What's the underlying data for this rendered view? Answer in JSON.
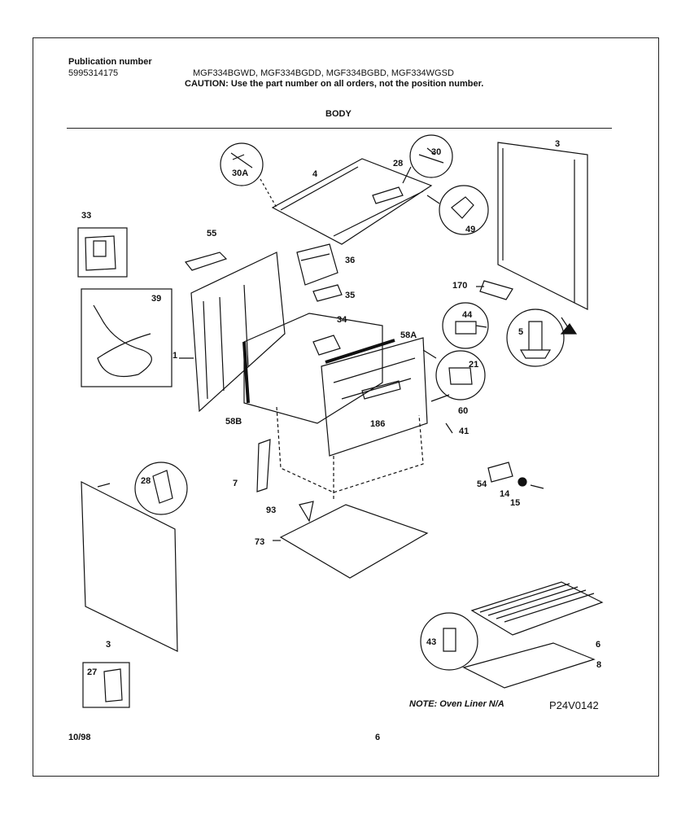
{
  "header": {
    "publication_label": "Publication number",
    "publication_number": "5995314175",
    "models": "MGF334BGWD, MGF334BGDD, MGF334BGBD, MGF334WGSD",
    "caution": "CAUTION:  Use the part number on all orders, not the position number.",
    "section_title": "BODY"
  },
  "callouts": {
    "c1": "1",
    "c3a": "3",
    "c3b": "3",
    "c4": "4",
    "c5": "5",
    "c6": "6",
    "c7": "7",
    "c8": "8",
    "c14": "14",
    "c15": "15",
    "c21": "21",
    "c27": "27",
    "c28a": "28",
    "c28b": "28",
    "c30": "30",
    "c30a": "30A",
    "c33": "33",
    "c34": "34",
    "c35": "35",
    "c36": "36",
    "c39": "39",
    "c41": "41",
    "c43": "43",
    "c44": "44",
    "c49": "49",
    "c54": "54",
    "c55": "55",
    "c58a": "58A",
    "c58b": "58B",
    "c60": "60",
    "c73": "73",
    "c93": "93",
    "c170": "170",
    "c186": "186"
  },
  "footer": {
    "note": "NOTE: Oven Liner N/A",
    "diagram_code": "P24V0142",
    "date": "10/98",
    "page": "6"
  }
}
